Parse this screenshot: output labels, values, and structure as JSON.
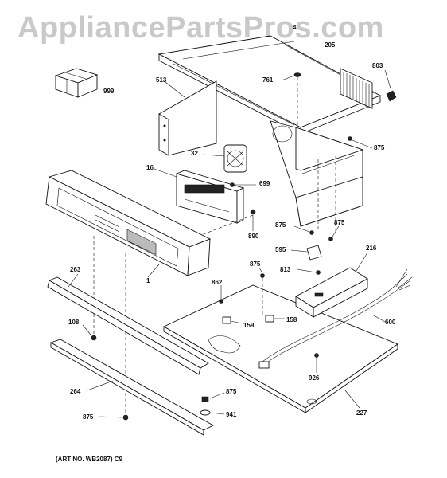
{
  "watermark": "AppliancePartsPros.com",
  "art_number": "(ART NO. WB2087) C9",
  "labels": {
    "l999": "999",
    "l513": "513",
    "l4": "4",
    "l205": "205",
    "l803": "803",
    "l761": "761",
    "l32": "32",
    "l875a": "875",
    "l16": "16",
    "l699": "699",
    "l890": "890",
    "l875b": "875",
    "l875c": "875",
    "l595": "595",
    "l216": "216",
    "l263": "263",
    "l1": "1",
    "l862": "862",
    "l875d": "875",
    "l813": "813",
    "l108": "108",
    "l159": "159",
    "l158": "158",
    "l600": "600",
    "l264": "264",
    "l926": "926",
    "l875e": "875",
    "l941": "941",
    "l875f": "875",
    "l227": "227"
  }
}
